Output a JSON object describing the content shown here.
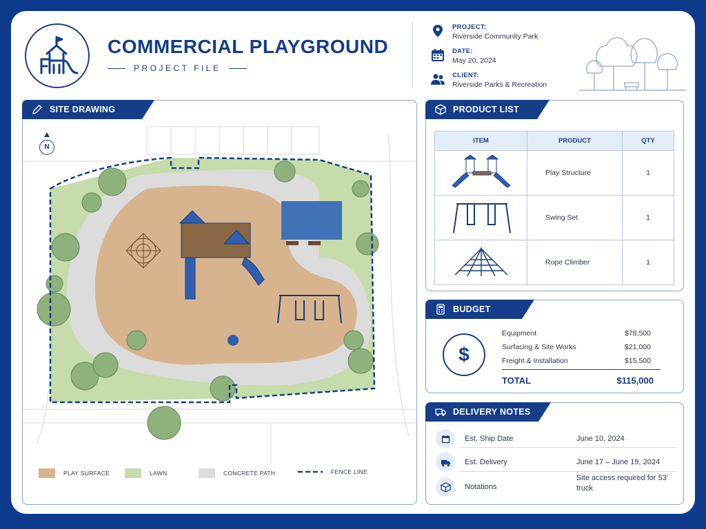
{
  "header": {
    "title": "COMMERCIAL PLAYGROUND",
    "subtitle": "PROJECT FILE",
    "meta": [
      {
        "key": "PROJECT:",
        "value": "Riverside Community Park",
        "icon": "location-pin-icon"
      },
      {
        "key": "DATE:",
        "value": "May 20, 2024",
        "icon": "calendar-icon"
      },
      {
        "key": "CLIENT:",
        "value": "Riverside Parks & Recreation",
        "icon": "people-icon"
      }
    ]
  },
  "site_drawing": {
    "label": "SITE DRAWING",
    "north": "N",
    "legend": [
      {
        "label": "PLAY SURFACE",
        "color": "#d8b48e"
      },
      {
        "label": "LAWN",
        "color": "#c6dcaa"
      },
      {
        "label": "CONCRETE PATH",
        "color": "#dcdcdc"
      },
      {
        "label": "FENCE LINE",
        "color": "#143d8a"
      }
    ]
  },
  "product_list": {
    "label": "PRODUCT LIST",
    "columns": [
      "ITEM",
      "PRODUCT",
      "QTY"
    ],
    "rows": [
      {
        "product": "Play Structure",
        "qty": "1"
      },
      {
        "product": "Swing Set",
        "qty": "1"
      },
      {
        "product": "Rope Climber",
        "qty": "1"
      }
    ]
  },
  "budget": {
    "label": "BUDGET",
    "symbol": "$",
    "lines": [
      {
        "item": "Equipment",
        "amount": "$78,500"
      },
      {
        "item": "Surfacing & Site Works",
        "amount": "$21,000"
      },
      {
        "item": "Freight & Installation",
        "amount": "$15,500"
      }
    ],
    "total_label": "TOTAL",
    "total_amount": "$115,000"
  },
  "delivery": {
    "label": "DELIVERY NOTES",
    "rows": [
      {
        "key": "Est. Ship Date",
        "value": "June 10, 2024"
      },
      {
        "key": "Est. Delivery",
        "value": "June 17 – June 19, 2024"
      },
      {
        "key": "Notations",
        "value": "Site access required for 53' truck"
      }
    ]
  },
  "colors": {
    "brand": "#143d8a",
    "frame": "#0d3a8c",
    "accent_light": "#e4ecf8"
  }
}
